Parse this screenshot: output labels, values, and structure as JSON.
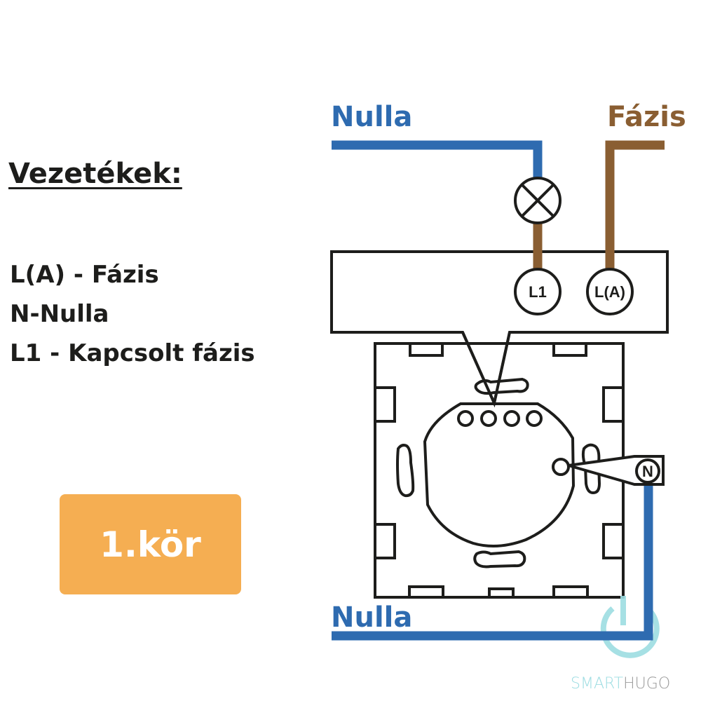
{
  "legend": {
    "title": "Vezetékek:",
    "items": [
      "L(A) - Fázis",
      "N-Nulla",
      "L1 - Kapcsolt fázis"
    ]
  },
  "badge": {
    "label": "1.kör"
  },
  "wires": {
    "neutral_top_label": "Nulla",
    "phase_label": "Fázis",
    "neutral_bottom_label": "Nulla"
  },
  "terminals": {
    "l1": "L1",
    "la": "L(A)",
    "n": "N"
  },
  "brand": {
    "part1": "SMART",
    "part2": "HUGO"
  },
  "colors": {
    "neutral": "#2e6bb0",
    "phase": "#8a5e32",
    "outline": "#1d1d1b",
    "badge": "#f5ae52",
    "brand_light": "#9ddde2",
    "brand_dark": "#9a9a9a"
  }
}
